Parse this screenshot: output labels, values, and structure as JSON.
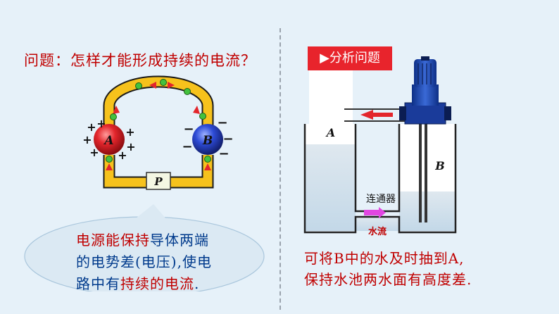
{
  "left": {
    "question": "问题：怎样才能形成持续的电流？",
    "circuit": {
      "sphere_a": "A",
      "sphere_b": "B",
      "box_p": "P",
      "plus_sign": "+",
      "minus_sign": "−"
    },
    "bubble": {
      "line1_hl": "电源能保持",
      "line1_rest": "导体两端",
      "line2": "的电势差(电压),使电",
      "line3_a": "路中有",
      "line3_hl": "持续的电流",
      "line3_end": "."
    }
  },
  "right": {
    "tag": "▶分析问题",
    "tank_a": "A",
    "tank_b": "B",
    "connector": "连通器",
    "flow": "水流",
    "caption_line1": "可将B中的水及时抽到A,",
    "caption_line2": "保持水池两水面有高度差."
  },
  "colors": {
    "accent_red": "#c00000",
    "text_blue": "#003a8c",
    "tag_red": "#e8242c",
    "background": "#e6f1f9"
  }
}
